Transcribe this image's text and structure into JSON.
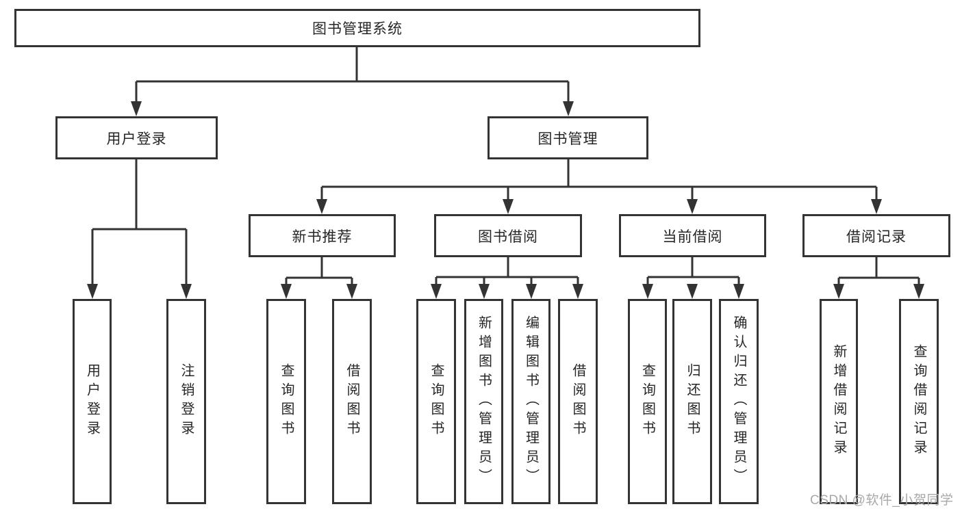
{
  "diagram": {
    "root": "图书管理系统",
    "level2": {
      "userLogin": "用户登录",
      "bookMgmt": "图书管理"
    },
    "level3": {
      "newBookRec": "新书推荐",
      "bookBorrow": "图书借阅",
      "currentBorrow": "当前借阅",
      "borrowRecord": "借阅记录"
    },
    "leaves": {
      "userLogin": "用户登录",
      "logout": "注销登录",
      "queryBooksRec": "查询图书",
      "borrowBooksRec": "借阅图书",
      "queryBooksBorrow": "查询图书",
      "addBooksAdmin": "新增图书（管理员）",
      "editBooksAdmin": "编辑图书（管理员）",
      "borrowBooksBorrow": "借阅图书",
      "queryBooksCurrent": "查询图书",
      "returnBooks": "归还图书",
      "confirmReturnAdmin": "确认归还（管理员）",
      "addBorrowRecord": "新增借阅记录",
      "queryBorrowRecord": "查询借阅记录"
    }
  },
  "colors": {
    "line": "#333333",
    "text": "#262626",
    "boxFill": "#ffffff",
    "watermark": "#a8a8a8"
  },
  "watermark": {
    "text": "CSDN @软件_小贺同学"
  }
}
